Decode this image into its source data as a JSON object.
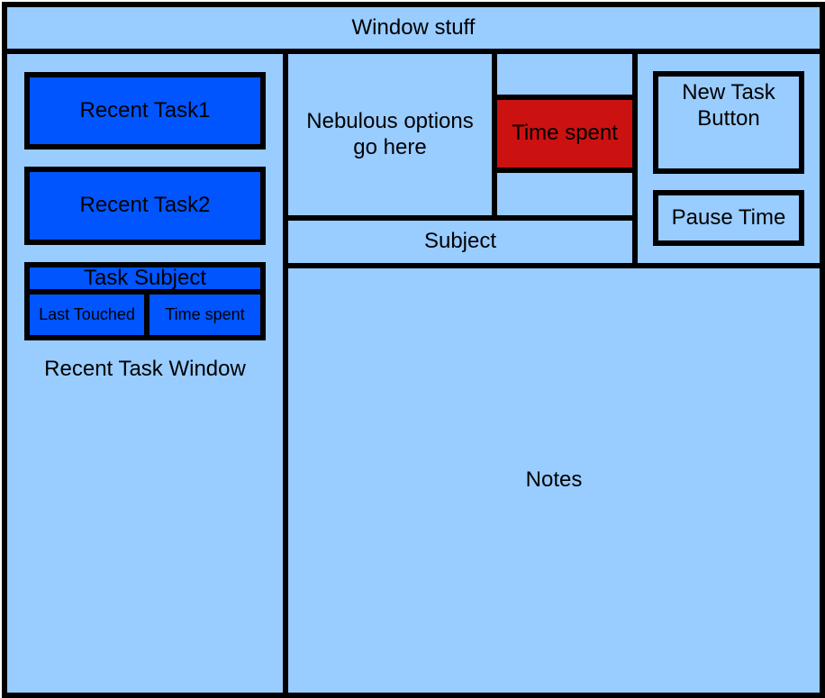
{
  "header": {
    "label": "Window stuff"
  },
  "recent_panel": {
    "label": "Recent Task Window",
    "tasks": [
      "Recent Task1",
      "Recent Task2"
    ],
    "detail": {
      "subject": "Task Subject",
      "last_touched": "Last Touched",
      "time_spent": "Time spent"
    }
  },
  "center": {
    "options": "Nebulous options\ngo here",
    "time_spent": "Time spent",
    "subject": "Subject",
    "notes": "Notes"
  },
  "right": {
    "new_task": "New Task\nButton",
    "pause_time": "Pause Time"
  },
  "colors": {
    "panel": "#99ccff",
    "task": "#0055ff",
    "time_highlight": "#cc1111",
    "border": "#000000"
  }
}
